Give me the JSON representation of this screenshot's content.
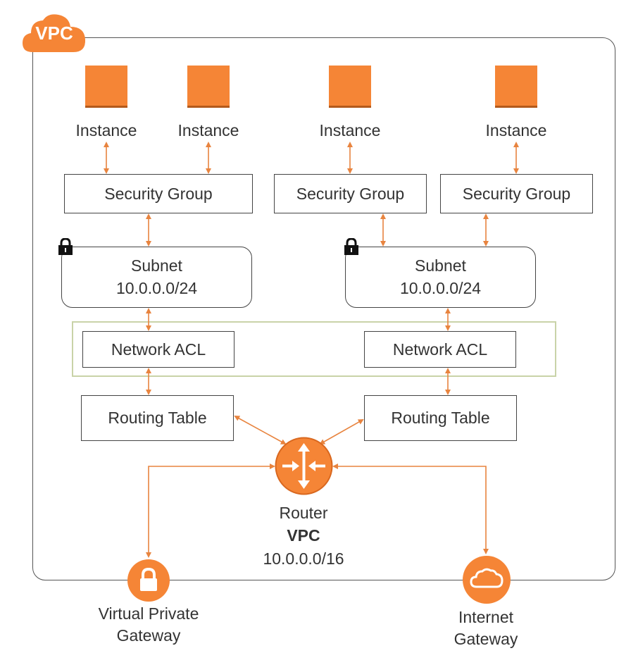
{
  "vpc_badge": "VPC",
  "columns": [
    {
      "instance": "Instance",
      "security_group": "Security Group"
    },
    {
      "instance": "Instance"
    },
    {
      "instance": "Instance",
      "security_group": "Security Group"
    },
    {
      "instance": "Instance",
      "security_group": "Security Group"
    }
  ],
  "subnets": [
    {
      "label": "Subnet",
      "cidr": "10.0.0.0/24"
    },
    {
      "label": "Subnet",
      "cidr": "10.0.0.0/24"
    }
  ],
  "network_acls": [
    "Network ACL",
    "Network ACL"
  ],
  "routing_tables": [
    "Routing Table",
    "Routing Table"
  ],
  "router": {
    "label": "Router",
    "vpc": "VPC",
    "cidr": "10.0.0.0/16"
  },
  "gateways": {
    "vpn": {
      "line1": "Virtual Private",
      "line2": "Gateway"
    },
    "internet": {
      "line1": "Internet",
      "line2": "Gateway"
    }
  },
  "colors": {
    "accent": "#f58536",
    "line": "#444444",
    "arrow": "#e8843f",
    "acl_band": "#c9d3a8"
  },
  "icons": [
    "cloud-icon",
    "lock-icon",
    "router-icon",
    "padlock-icon"
  ]
}
